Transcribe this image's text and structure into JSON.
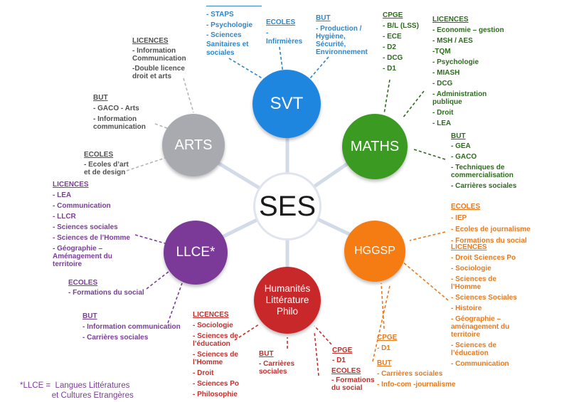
{
  "center": {
    "label": "SES"
  },
  "nodes": {
    "svt": "SVT",
    "maths": "MATHS",
    "hggsp": "HGGSP",
    "humanites": "Humanités\nLittérature\nPhilo",
    "llce": "LLCE*",
    "arts": "ARTS"
  },
  "svt": {
    "block1": {
      "items": [
        "- STAPS",
        "- Psychologie",
        "- Sciences\nSanitaires et\nsociales"
      ]
    },
    "ecoles": {
      "heading": "ECOLES",
      "items": [
        "-\nInfirmières"
      ]
    },
    "but": {
      "heading": "BUT",
      "items": [
        "- Production /\nHygiène,\nSécurité,\nEnvironnement"
      ]
    }
  },
  "maths": {
    "cpge": {
      "heading": "CPGE",
      "items": [
        "- B/L (LSS)",
        "- ECE",
        "- D2",
        "- DCG",
        "- D1"
      ]
    },
    "licences": {
      "heading": "LICENCES",
      "items": [
        "- Economie – gestion",
        "- MSH / AES",
        "-TQM",
        "- Psychologie",
        "- MIASH",
        "- DCG",
        "- Administration\npublique",
        "- Droit",
        "- LEA"
      ]
    },
    "but": {
      "heading": "BUT",
      "items": [
        "- GEA",
        "- GACO",
        "- Techniques de\ncommercialisation",
        "- Carrières sociales"
      ]
    }
  },
  "hggsp": {
    "ecoles": {
      "heading": "ECOLES",
      "items": [
        "- IEP",
        "- Ecoles de journalisme",
        "- Formations du social"
      ]
    },
    "licences": {
      "heading": "LICENCES",
      "items": [
        "- Droit Sciences Po",
        "- Sociologie",
        "- Sciences de\nl’Homme",
        "- Sciences Sociales",
        "- Histoire",
        "- Géographie –\naménagement du\nterritoire",
        "- Sciences de\nl’éducation",
        "- Communication"
      ]
    },
    "cpge": {
      "heading": "CPGE",
      "items": [
        "- D1"
      ]
    },
    "but": {
      "heading": "BUT",
      "items": [
        "- Carrières sociales",
        "- Info-com -journalisme"
      ]
    }
  },
  "humanites": {
    "licences": {
      "heading": "LICENCES",
      "items": [
        "- Sociologie",
        "- Sciences de\nl’éducation",
        "- Sciences de\nl’Homme",
        "- Droit",
        "- Sciences Po",
        "- Philosophie"
      ]
    },
    "but": {
      "heading": "BUT",
      "items": [
        "- Carrières\nsociales"
      ]
    },
    "cpge": {
      "heading": "CPGE",
      "items": [
        "- D1"
      ]
    },
    "ecoles": {
      "heading": "ECOLES",
      "items": [
        "- Formations\ndu social"
      ]
    }
  },
  "llce": {
    "licences": {
      "heading": "LICENCES",
      "items": [
        "- LEA",
        "- Communication",
        "- LLCR",
        "- Sciences sociales",
        "- Sciences de l’Homme",
        "- Géographie –\nAménagement du\nterritoire"
      ]
    },
    "ecoles": {
      "heading": "ECOLES",
      "items": [
        "- Formations du social"
      ]
    },
    "but": {
      "heading": "BUT",
      "items": [
        "- Information communication",
        "- Carrières sociales"
      ]
    }
  },
  "arts": {
    "licences": {
      "heading": "LICENCES",
      "items": [
        "- Information\nCommunication",
        "-Double licence\ndroit et arts"
      ]
    },
    "but": {
      "heading": "BUT",
      "items": [
        "- GACO - Arts",
        "- Information\ncommunication"
      ]
    },
    "ecoles": {
      "heading": "ECOLES",
      "items": [
        "- Ecoles d’art\net de design"
      ]
    }
  },
  "footnote": "*LLCE =  Langues Littératures\n              et Cultures Etrangères",
  "colors": {
    "svt": "#1f86e0",
    "maths": "#3a9a22",
    "hggsp": "#f47c12",
    "humanites": "#c8282a",
    "llce": "#7b3a98",
    "arts": "#a9aab0"
  }
}
